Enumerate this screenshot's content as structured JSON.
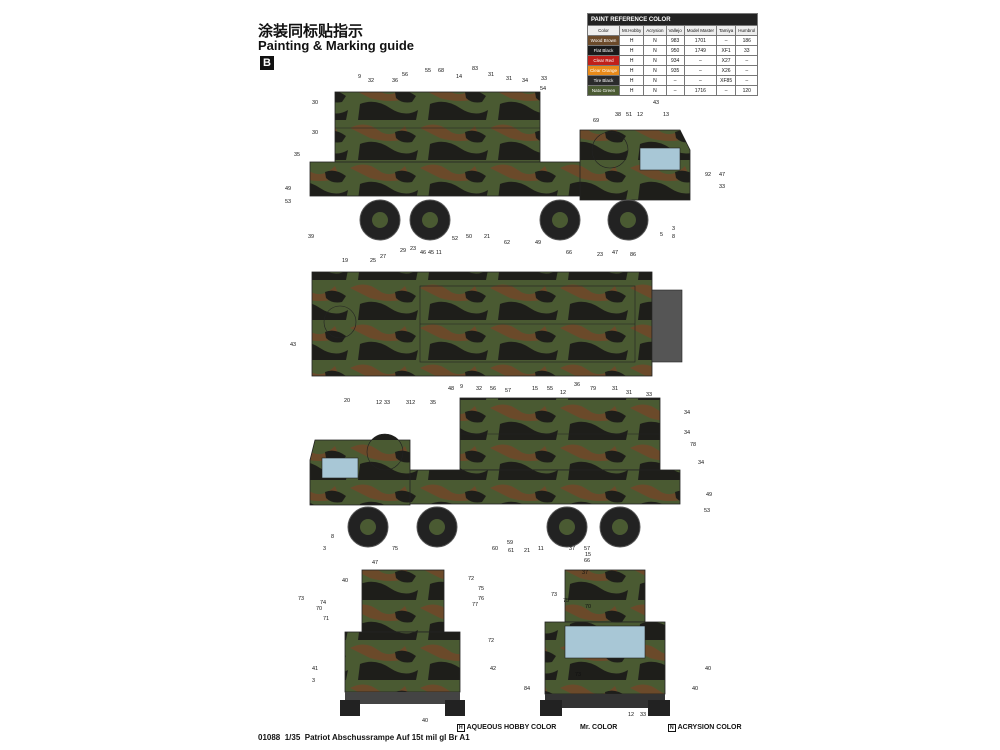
{
  "header": {
    "title_cn": "涂装同标贴指示",
    "title_en": "Painting & Marking guide",
    "section": "B"
  },
  "paint_reference": {
    "title": "PAINT REFERENCE COLOR",
    "columns": [
      "Color",
      "Mr.Hobby",
      "Acrysion",
      "Vallejo",
      "Model Master",
      "Tamiya",
      "Humbrol"
    ],
    "rows": [
      {
        "name": "Wood Brown",
        "color": "#6b4a2a",
        "mrhobby": "H",
        "acrysion": "N",
        "vallejo": "983",
        "modelmaster": "1701",
        "tamiya": "–",
        "humbrol": "186"
      },
      {
        "name": "Flat Black",
        "color": "#1a1a1a",
        "mrhobby": "H",
        "acrysion": "N",
        "vallejo": "950",
        "modelmaster": "1749",
        "tamiya": "XF1",
        "humbrol": "33"
      },
      {
        "name": "Clear Red",
        "color": "#c0201a",
        "mrhobby": "H",
        "acrysion": "N",
        "vallejo": "934",
        "modelmaster": "–",
        "tamiya": "X27",
        "humbrol": "–"
      },
      {
        "name": "Clear Orange",
        "color": "#e88a1a",
        "mrhobby": "H",
        "acrysion": "N",
        "vallejo": "935",
        "modelmaster": "–",
        "tamiya": "X26",
        "humbrol": "–"
      },
      {
        "name": "Tire Black",
        "color": "#2b2b2b",
        "mrhobby": "H",
        "acrysion": "N",
        "vallejo": "–",
        "modelmaster": "–",
        "tamiya": "XF85",
        "humbrol": "–"
      },
      {
        "name": "Nato Green",
        "color": "#4a5a32",
        "mrhobby": "H",
        "acrysion": "N",
        "vallejo": "–",
        "modelmaster": "1716",
        "tamiya": "–",
        "humbrol": "120"
      }
    ]
  },
  "callouts": {
    "side1": [
      "9",
      "32",
      "36",
      "56",
      "55",
      "68",
      "14",
      "83",
      "31",
      "31",
      "34",
      "33",
      "30",
      "30",
      "35",
      "49",
      "53",
      "54",
      "38",
      "51",
      "69",
      "12",
      "43",
      "13",
      "92",
      "47",
      "33",
      "39",
      "25",
      "27",
      "29",
      "23",
      "46",
      "45",
      "11",
      "52",
      "50",
      "21",
      "62",
      "49",
      "66",
      "23",
      "47",
      "86",
      "5",
      "8",
      "3"
    ],
    "top": [
      "19",
      "43",
      "20",
      "12",
      "33",
      "312"
    ],
    "side2": [
      "35",
      "48",
      "9",
      "32",
      "56",
      "57",
      "15",
      "55",
      "12",
      "36",
      "79",
      "31",
      "31",
      "33",
      "34",
      "34",
      "78",
      "34",
      "49",
      "53",
      "8",
      "3",
      "60",
      "59",
      "61",
      "21",
      "11",
      "37",
      "15",
      "57",
      "66",
      "47",
      "75"
    ],
    "rear": [
      "40",
      "72",
      "75",
      "76",
      "77",
      "70",
      "73",
      "74",
      "71",
      "41",
      "3",
      "42",
      "72",
      "40"
    ],
    "front": [
      "73",
      "75",
      "37",
      "70",
      "73",
      "40",
      "84",
      "40",
      "12",
      "33"
    ]
  },
  "legend": {
    "aqueous_code": "H",
    "aqueous": "AQUEOUS HOBBY COLOR",
    "mr_code": "",
    "mr": "Mr. COLOR",
    "acrysion_code": "N",
    "acrysion": "ACRYSION COLOR"
  },
  "footer": {
    "code": "01088",
    "scale": "1/35",
    "name": "Patriot Abschussrampe Auf 15t mil gl Br A1"
  },
  "colors": {
    "nato_green": "#4a5a32",
    "wood_brown": "#6b4a2a",
    "black": "#1e1e1a",
    "tire": "#222222"
  }
}
